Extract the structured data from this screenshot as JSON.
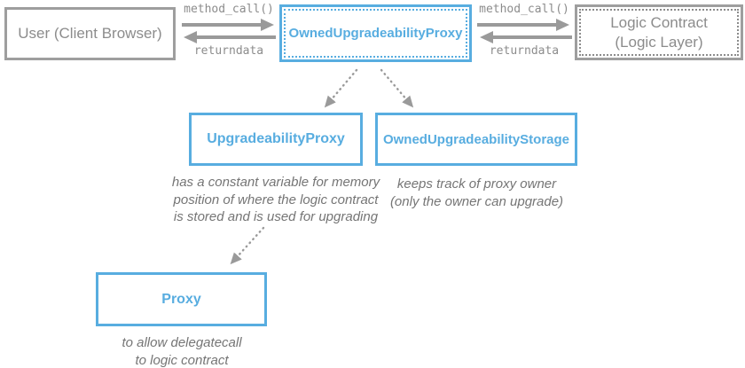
{
  "diagram": {
    "nodes": {
      "user": {
        "label": "User (Client Browser)"
      },
      "owned_upgradeability_proxy": {
        "label": "OwnedUpgradeabilityProxy"
      },
      "logic_contract": {
        "label_lines": [
          "Logic Contract",
          "(Logic Layer)"
        ]
      },
      "upgradeability_proxy": {
        "label": "UpgradeabilityProxy"
      },
      "owned_upgradeability_storage": {
        "label": "OwnedUpgradeabilityStorage"
      },
      "proxy": {
        "label": "Proxy"
      }
    },
    "edge_labels": {
      "user_to_proxy_call": "method_call()",
      "proxy_to_user_return": "returndata",
      "proxy_to_logic_call": "method_call()",
      "logic_to_proxy_return": "returndata"
    },
    "annotations": {
      "upgradeability_proxy_note_lines": [
        "has a constant variable for memory",
        "position of where the logic contract",
        "is stored and is used for upgrading"
      ],
      "owned_storage_note_lines": [
        "keeps track of proxy owner",
        "(only the owner can upgrade)"
      ],
      "proxy_note_lines": [
        "to allow delegatecall",
        "to logic contract"
      ]
    },
    "colors": {
      "accent_blue": "#58ADE0",
      "gray_border": "#9E9E9E",
      "gray_text": "#8C8C8C",
      "arrow_gray": "#9A9A9A",
      "note_gray": "#757575"
    }
  }
}
